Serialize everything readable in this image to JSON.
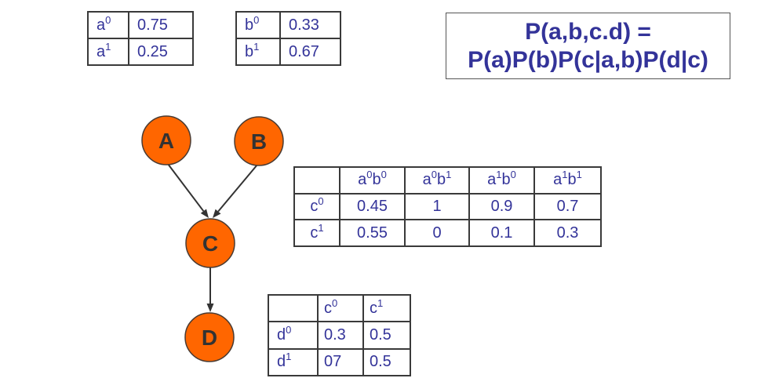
{
  "formula": {
    "line1": "P(a,b,c.d) =",
    "line2": "P(a)P(b)P(c|a,b)P(d|c)"
  },
  "nodes": {
    "a": "A",
    "b": "B",
    "c": "C",
    "d": "D"
  },
  "colors": {
    "node_fill": "#ff6600",
    "node_outline": "#4a3b32",
    "node_label": "#333333",
    "edge": "#333333",
    "table_text": "#333399",
    "formula_text": "#333399"
  },
  "tables": {
    "a": {
      "rows": [
        [
          [
            [
              "a",
              "0"
            ]
          ],
          "0.75"
        ],
        [
          [
            [
              "a",
              "1"
            ]
          ],
          "0.25"
        ]
      ]
    },
    "b": {
      "rows": [
        [
          [
            [
              "b",
              "0"
            ]
          ],
          "0.33"
        ],
        [
          [
            [
              "b",
              "1"
            ]
          ],
          "0.67"
        ]
      ]
    },
    "c": {
      "rows": [
        [
          "",
          [
            [
              "a",
              "0"
            ],
            [
              "b",
              "0"
            ]
          ],
          [
            [
              "a",
              "0"
            ],
            [
              "b",
              "1"
            ]
          ],
          [
            [
              "a",
              "1"
            ],
            [
              "b",
              "0"
            ]
          ],
          [
            [
              "a",
              "1"
            ],
            [
              "b",
              "1"
            ]
          ]
        ],
        [
          [
            [
              "c",
              "0"
            ]
          ],
          "0.45",
          "1",
          "0.9",
          "0.7"
        ],
        [
          [
            [
              "c",
              "1"
            ]
          ],
          "0.55",
          "0",
          "0.1",
          "0.3"
        ]
      ]
    },
    "d": {
      "rows": [
        [
          "",
          [
            [
              "c",
              "0"
            ]
          ],
          [
            [
              "c",
              "1"
            ]
          ]
        ],
        [
          [
            [
              "d",
              "0"
            ]
          ],
          "0.3",
          "0.5"
        ],
        [
          [
            [
              "d",
              "1"
            ]
          ],
          "07",
          "0.5"
        ]
      ]
    }
  }
}
